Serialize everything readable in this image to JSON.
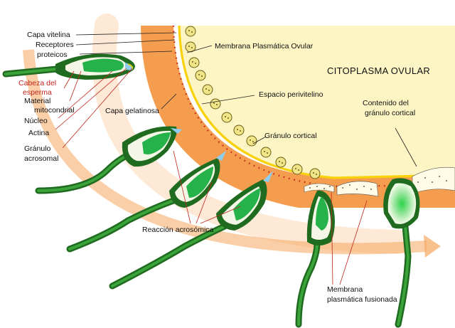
{
  "title": "CITOPLASMA OVULAR",
  "labels": {
    "capa_vitelina": "Capa vitelina",
    "receptores_1": "Receptores",
    "receptores_2": "proteicos",
    "membrana_plasmatica": "Membrana Plasmática Ovular",
    "cabeza_1": "Cabeza del",
    "cabeza_2": "esperma",
    "material_1": "Material",
    "material_2": "mitocondrial",
    "nucleo": "Núcleo",
    "actina": "Actina",
    "granulo_acro_1": "Gránulo",
    "granulo_acro_2": "acrosomal",
    "capa_gelatinosa": "Capa gelatinosa",
    "espacio_perivitelino": "Espacio perivitelino",
    "granulo_cortical": "Gránulo cortical",
    "contenido_1": "Contenido del",
    "contenido_2": "gránulo cortical",
    "reaccion_acrosomica": "Reacción acrosómica",
    "membrana_fusionada_1": "Membrana",
    "membrana_fusionada_2": "plasmática fusionada"
  },
  "colors": {
    "cytoplasm": "#fdf5c4",
    "membrane_yellow": "#f7d20a",
    "gel_layer": "#f59d4e",
    "gel_layer_light": "#fde3c8",
    "sperm_dark": "#1f6b1f",
    "sperm_fill": "#26b24a",
    "label_red": "#c0241c",
    "granule": "#f1e58a"
  }
}
